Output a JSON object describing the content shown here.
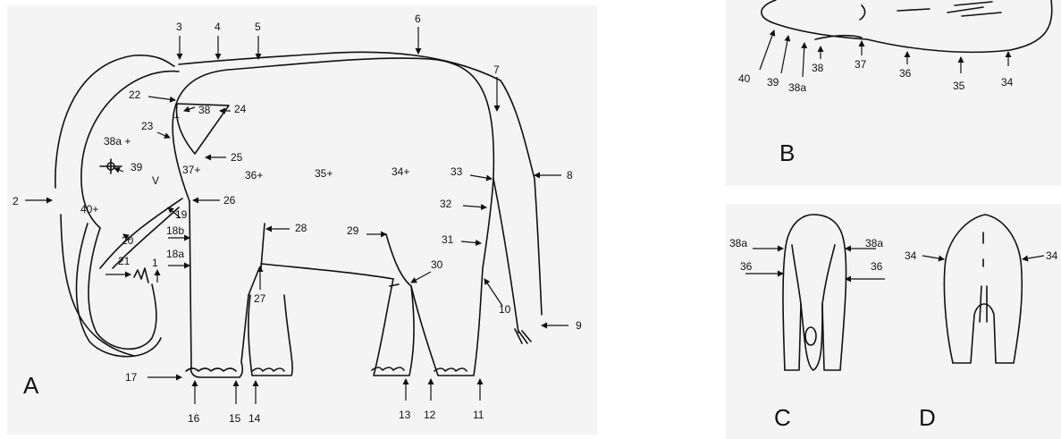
{
  "panels": {
    "a": "A",
    "b": "B",
    "c": "C",
    "d": "D"
  },
  "points_a": [
    "1",
    "2",
    "3",
    "4",
    "5",
    "6",
    "7",
    "8",
    "9",
    "10",
    "11",
    "12",
    "13",
    "14",
    "15",
    "16",
    "17",
    "18a",
    "18b",
    "19",
    "20",
    "21",
    "22",
    "23",
    "24",
    "25",
    "26",
    "27",
    "28",
    "29",
    "30",
    "31",
    "32",
    "33"
  ],
  "body_marks_a": [
    "34+",
    "35+",
    "36+",
    "37+",
    "38a +",
    "40+",
    "38",
    "39",
    "V"
  ],
  "points_b": [
    "34",
    "35",
    "36",
    "37",
    "38",
    "38a",
    "39",
    "40"
  ],
  "points_c": [
    "38a",
    "38a",
    "36",
    "36"
  ],
  "points_d": [
    "34",
    "34"
  ]
}
